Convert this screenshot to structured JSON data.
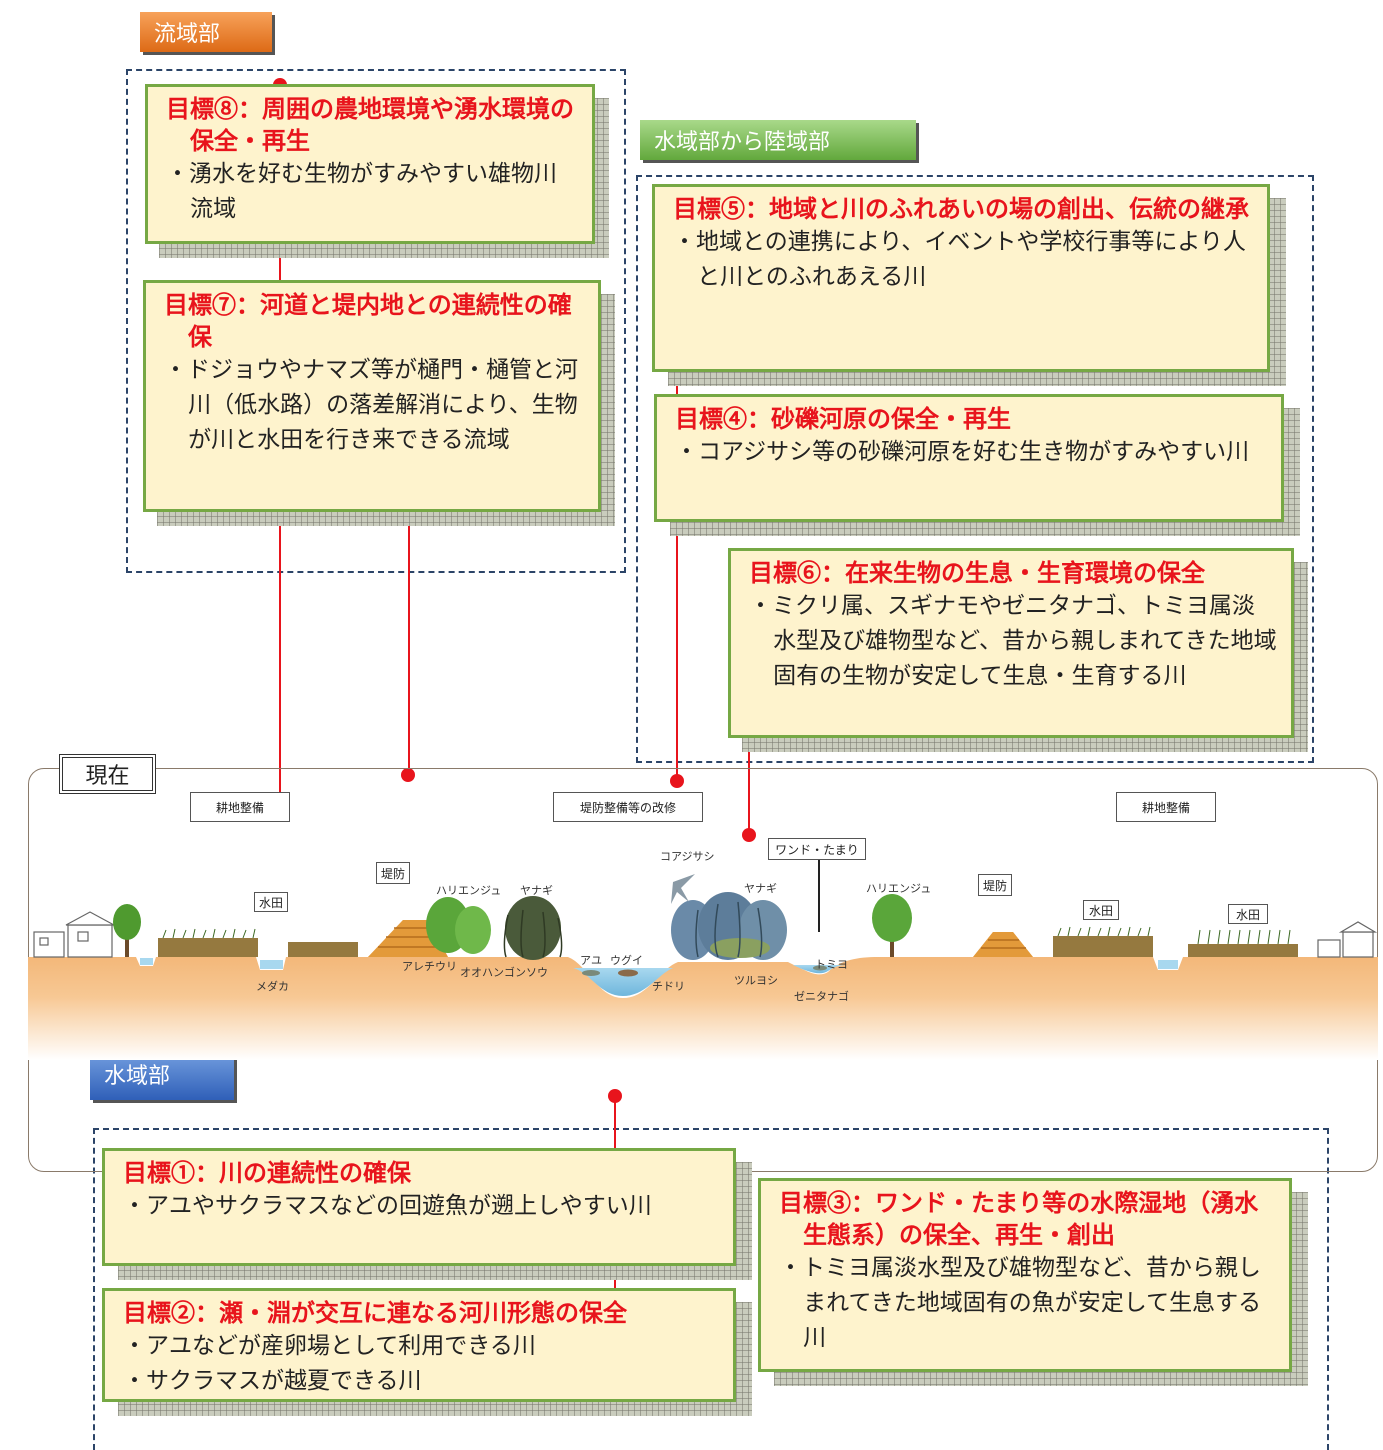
{
  "tabs": {
    "basin": "流域部",
    "water_to_land": "水域部から陸域部",
    "water": "水域部"
  },
  "present_label": "現在",
  "goals": {
    "g8": {
      "title": "目標⑧：周囲の農地環境や湧水環境の保全・再生",
      "items": [
        "・湧水を好む生物がすみやすい雄物川流域"
      ]
    },
    "g7": {
      "title": "目標⑦：河道と堤内地との連続性の確保",
      "items": [
        "・ドジョウやナマズ等が樋門・樋管と河川（低水路）の落差解消により、生物が川と水田を行き来できる流域"
      ]
    },
    "g5": {
      "title": "目標⑤：地域と川のふれあいの場の創出、伝統の継承",
      "items": [
        "・地域との連携により、イベントや学校行事等により人と川とのふれあえる川"
      ]
    },
    "g4": {
      "title": "目標④：砂礫河原の保全・再生",
      "items": [
        "・コアジサシ等の砂礫河原を好む生き物がすみやすい川"
      ]
    },
    "g6": {
      "title": "目標⑥：在来生物の生息・生育環境の保全",
      "items": [
        "・ミクリ属、スギナモやゼニタナゴ、トミヨ属淡水型及び雄物型など、昔から親しまれてきた地域固有の生物が安定して生息・生育する川"
      ]
    },
    "g1": {
      "title": "目標①：川の連続性の確保",
      "items": [
        "・アユやサクラマスなどの回遊魚が遡上しやすい川"
      ]
    },
    "g2": {
      "title": "目標②：瀬・淵が交互に連なる河川形態の保全",
      "items": [
        "・アユなどが産卵場として利用できる川",
        "・サクラマスが越夏できる川"
      ]
    },
    "g3": {
      "title": "目標③：ワンド・たまり等の水際湿地（湧水生態系）の保全、再生・創出",
      "items": [
        "・トミヨ属淡水型及び雄物型など、昔から親しまれてきた地域固有の魚が安定して生息する川"
      ]
    }
  },
  "cross_section": {
    "signs": {
      "farm_left": "耕地整備",
      "levee_improve": "堤防整備等の改修",
      "farm_right": "耕地整備",
      "wando": "ワンド・たまり",
      "levee_left": "堤防",
      "levee_right": "堤防",
      "paddy_1": "水田",
      "paddy_2": "水田",
      "paddy_3": "水田"
    },
    "species": {
      "medaka": "メダカ",
      "harienju_1": "ハリエンジュ",
      "yanagi_1": "ヤナギ",
      "aretefuri": "アレチウリ",
      "oohangonsou": "オオハンゴンソウ",
      "ayu": "アユ",
      "ugui": "ウグイ",
      "chidori": "チドリ",
      "koajisashi": "コアジサシ",
      "yanagi_2": "ヤナギ",
      "tsuruyoshi": "ツルヨシ",
      "tomiyo": "トミヨ",
      "zenitanago": "ゼニタナゴ",
      "harienju_2": "ハリエンジュ"
    }
  },
  "colors": {
    "goal_title": "#e8141c",
    "goal_border": "#76a844",
    "goal_fill": "#fef3cd",
    "dash": "#2b4468",
    "connector": "#e8141c",
    "soil": "#f2b26c"
  }
}
